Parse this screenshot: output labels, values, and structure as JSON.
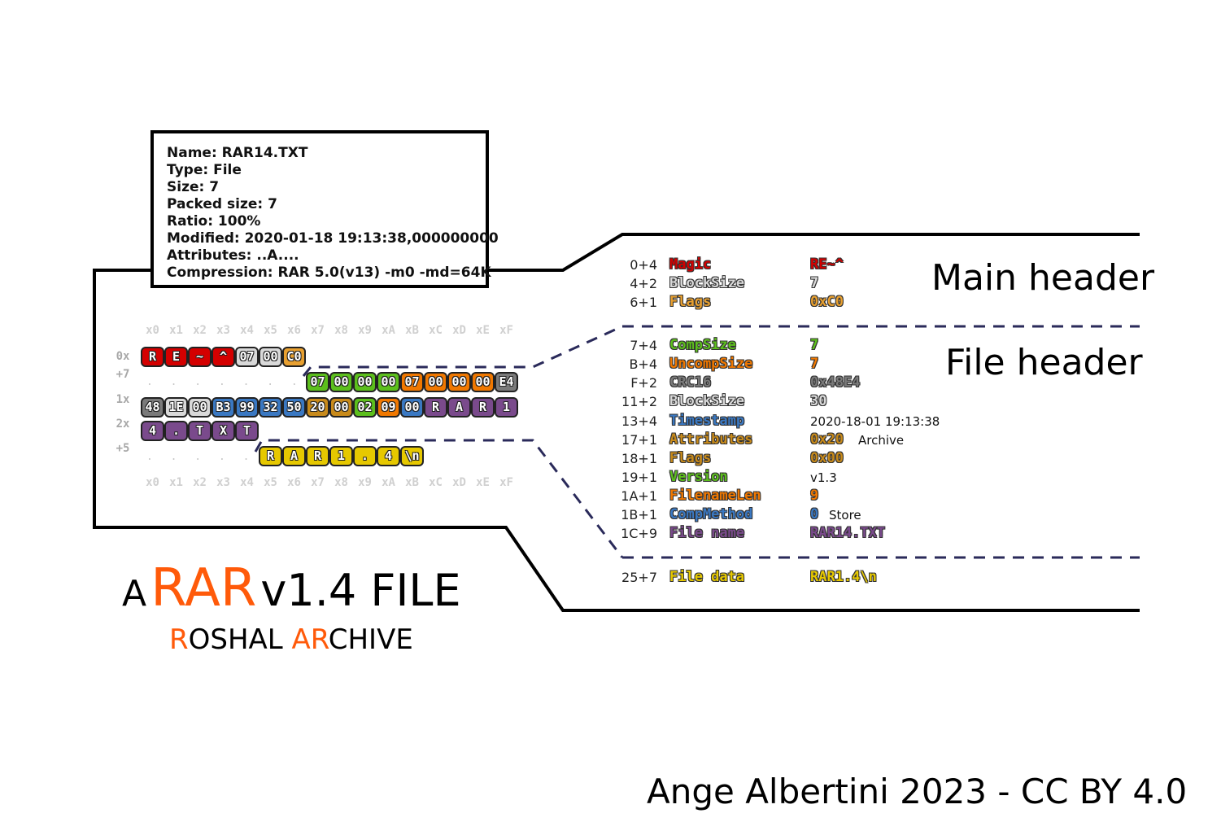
{
  "info_box": {
    "lines": [
      "Name: RAR14.TXT",
      "Type: File",
      "Size: 7",
      "Packed size: 7",
      "Ratio: 100%",
      "Modified: 2020-01-18 19:13:38,000000000",
      "Attributes: ..A....",
      "Compression: RAR 5.0(v13) -m0 -md=64K"
    ]
  },
  "hex": {
    "columns": [
      "x0",
      "x1",
      "x2",
      "x3",
      "x4",
      "x5",
      "x6",
      "x7",
      "x8",
      "x9",
      "xA",
      "xB",
      "xC",
      "xD",
      "xE",
      "xF"
    ],
    "row_labels": [
      "0x",
      "+7",
      "1x",
      "2x",
      "+5"
    ],
    "dots": ". . . . . . .",
    "dots_short": ". . . . . .",
    "rows": [
      [
        {
          "t": "R",
          "c": "red"
        },
        {
          "t": "E",
          "c": "red"
        },
        {
          "t": "~",
          "c": "red"
        },
        {
          "t": "^",
          "c": "red"
        },
        {
          "t": "07",
          "c": "lgray"
        },
        {
          "t": "00",
          "c": "lgray"
        },
        {
          "t": "C0",
          "c": "orange2"
        }
      ],
      [
        {
          "t": "07",
          "c": "green"
        },
        {
          "t": "00",
          "c": "green"
        },
        {
          "t": "00",
          "c": "green"
        },
        {
          "t": "00",
          "c": "green"
        },
        {
          "t": "07",
          "c": "orange"
        },
        {
          "t": "00",
          "c": "orange"
        },
        {
          "t": "00",
          "c": "orange"
        },
        {
          "t": "00",
          "c": "orange"
        },
        {
          "t": "E4",
          "c": "gray"
        }
      ],
      [
        {
          "t": "48",
          "c": "gray"
        },
        {
          "t": "1E",
          "c": "lgray"
        },
        {
          "t": "00",
          "c": "lgray"
        },
        {
          "t": "B3",
          "c": "blue"
        },
        {
          "t": "99",
          "c": "blue"
        },
        {
          "t": "32",
          "c": "blue"
        },
        {
          "t": "50",
          "c": "blue"
        },
        {
          "t": "20",
          "c": "tan"
        },
        {
          "t": "00",
          "c": "tan"
        },
        {
          "t": "02",
          "c": "green"
        },
        {
          "t": "09",
          "c": "orange"
        },
        {
          "t": "00",
          "c": "blue"
        },
        {
          "t": "R",
          "c": "purple"
        },
        {
          "t": "A",
          "c": "purple"
        },
        {
          "t": "R",
          "c": "purple"
        },
        {
          "t": "1",
          "c": "purple"
        }
      ],
      [
        {
          "t": "4",
          "c": "purple"
        },
        {
          "t": ".",
          "c": "purple"
        },
        {
          "t": "T",
          "c": "purple"
        },
        {
          "t": "X",
          "c": "purple"
        },
        {
          "t": "T",
          "c": "purple"
        }
      ],
      [
        {
          "t": "R",
          "c": "yellow"
        },
        {
          "t": "A",
          "c": "yellow"
        },
        {
          "t": "R",
          "c": "yellow"
        },
        {
          "t": "1",
          "c": "yellow"
        },
        {
          "t": ".",
          "c": "yellow"
        },
        {
          "t": "4",
          "c": "yellow"
        },
        {
          "t": "\\n",
          "c": "yellow"
        }
      ]
    ]
  },
  "colors": {
    "red": "#d40000",
    "lgray": "#d9d9d9",
    "gray": "#7a7a7a",
    "orange": "#f07800",
    "orange2": "#e8a030",
    "green": "#5cbf1c",
    "blue": "#3a78c2",
    "tan": "#c88a1a",
    "purple": "#7a4a8c",
    "yellow": "#e6c800"
  },
  "sections": {
    "main_header": "Main header",
    "file_header": "File header"
  },
  "fields": [
    {
      "off": "0+4",
      "name": "Magic",
      "nc": "red",
      "val": "RE~^",
      "vc": "red",
      "plain": false,
      "note": ""
    },
    {
      "off": "4+2",
      "name": "BlockSize",
      "nc": "lgray",
      "val": "7",
      "vc": "lgray",
      "plain": false,
      "note": ""
    },
    {
      "off": "6+1",
      "name": "Flags",
      "nc": "orange2",
      "val": "0xC0",
      "vc": "orange2",
      "plain": false,
      "note": ""
    },
    {
      "off": "7+4",
      "name": "CompSize",
      "nc": "green",
      "val": "7",
      "vc": "green",
      "plain": false,
      "note": ""
    },
    {
      "off": "B+4",
      "name": "UncompSize",
      "nc": "orange",
      "val": "7",
      "vc": "orange",
      "plain": false,
      "note": ""
    },
    {
      "off": "F+2",
      "name": "CRC16",
      "nc": "gray",
      "val": "0x48E4",
      "vc": "gray",
      "plain": false,
      "note": ""
    },
    {
      "off": "11+2",
      "name": "BlockSize",
      "nc": "lgray",
      "val": "30",
      "vc": "lgray",
      "plain": false,
      "note": ""
    },
    {
      "off": "13+4",
      "name": "Timestamp",
      "nc": "blue",
      "val": "2020-18-01 19:13:38",
      "vc": "",
      "plain": true,
      "note": ""
    },
    {
      "off": "17+1",
      "name": "Attributes",
      "nc": "tan",
      "val": "0x20",
      "vc": "tan",
      "plain": false,
      "note": "Archive"
    },
    {
      "off": "18+1",
      "name": "Flags",
      "nc": "tan",
      "val": "0x00",
      "vc": "tan",
      "plain": false,
      "note": ""
    },
    {
      "off": "19+1",
      "name": "Version",
      "nc": "green",
      "val": "v1.3",
      "vc": "",
      "plain": true,
      "note": ""
    },
    {
      "off": "1A+1",
      "name": "FilenameLen",
      "nc": "orange",
      "val": "9",
      "vc": "orange",
      "plain": false,
      "note": ""
    },
    {
      "off": "1B+1",
      "name": "CompMethod",
      "nc": "blue",
      "val": "0",
      "vc": "blue",
      "plain": false,
      "note": "Store"
    },
    {
      "off": "1C+9",
      "name": "File name",
      "nc": "purple",
      "val": "RAR14.TXT",
      "vc": "purple",
      "plain": false,
      "note": ""
    },
    {
      "off": "25+7",
      "name": "File data",
      "nc": "yellow",
      "val": "RAR1.4\\n",
      "vc": "yellow",
      "plain": false,
      "note": ""
    }
  ],
  "title": {
    "a": "A",
    "rar": "RAR",
    "rest": "v1.4 FILE",
    "sub_r": "R",
    "sub_oshal": "OSHAL ",
    "sub_ar": "AR",
    "sub_chive": "CHIVE"
  },
  "credit": "Ange Albertini 2023 - CC BY 4.0"
}
